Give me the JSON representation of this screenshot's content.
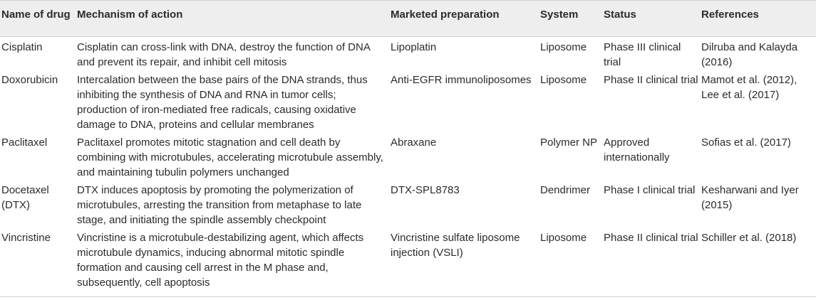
{
  "table": {
    "headers": {
      "name": "Name of drug",
      "mechanism": "Mechanism of action",
      "preparation": "Marketed preparation",
      "system": "System",
      "status": "Status",
      "references": "References"
    },
    "rows": [
      {
        "name": "Cisplatin",
        "mechanism": "Cisplatin can cross-link with DNA, destroy the function of DNA and prevent its repair, and inhibit cell mitosis",
        "preparation": "Lipoplatin",
        "system": "Liposome",
        "status": "Phase III clinical trial",
        "references": "Dilruba and Kalayda (2016)"
      },
      {
        "name": "Doxorubicin",
        "mechanism": "Intercalation between the base pairs of the DNA strands, thus inhibiting the synthesis of DNA and RNA in tumor cells; production of iron-mediated free radicals, causing oxidative damage to DNA, proteins and cellular membranes",
        "preparation": "Anti-EGFR immunoliposomes",
        "system": "Liposome",
        "status": "Phase II clinical trial",
        "references": "Mamot et al. (2012), Lee et al. (2017)"
      },
      {
        "name": "Paclitaxel",
        "mechanism": "Paclitaxel promotes mitotic stagnation and cell death by combining with microtubules, accelerating microtubule assembly, and maintaining tubulin polymers unchanged",
        "preparation": "Abraxane",
        "system": "Polymer NP",
        "status": "Approved internationally",
        "references": "Sofias et al. (2017)"
      },
      {
        "name": "Docetaxel (DTX)",
        "mechanism": "DTX induces apoptosis by promoting the polymerization of microtubules, arresting the transition from metaphase to late stage, and initiating the spindle assembly checkpoint",
        "preparation": "DTX-SPL8783",
        "system": "Dendrimer",
        "status": "Phase I clinical trial",
        "references": "Kesharwani and Iyer (2015)"
      },
      {
        "name": "Vincristine",
        "mechanism": "Vincristine is a microtubule-destabilizing agent, which affects microtubule dynamics, inducing abnormal mitotic spindle formation and causing cell arrest in the M phase and, subsequently, cell apoptosis",
        "preparation": "Vincristine sulfate liposome injection (VSLI)",
        "system": "Liposome",
        "status": "Phase II clinical trial",
        "references": "Schiller et al. (2018)"
      }
    ]
  }
}
